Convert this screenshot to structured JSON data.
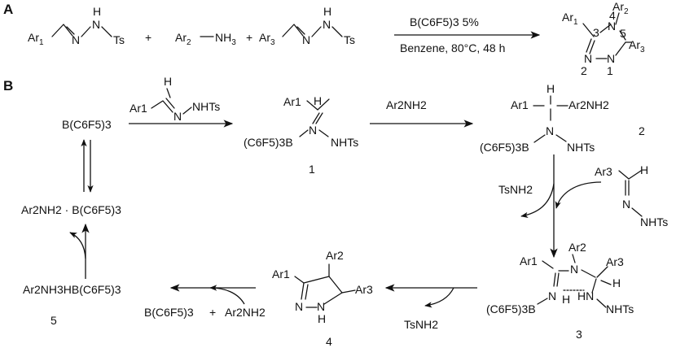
{
  "panels": {
    "a": "A",
    "b": "B"
  },
  "scheme_a": {
    "r1_ar": "Ar",
    "r1_sub": "1",
    "r1_nh": "N",
    "r1_h": "H",
    "r1_n": "N",
    "r1_ts": "Ts",
    "plus": "+",
    "r2_ar": "Ar",
    "r2_sub": "2",
    "r2_nh3": "NH",
    "r2_nh3_sub": "3",
    "r3_ar": "Ar",
    "r3_sub": "3",
    "condition_top": "B(C6F5)3 5%",
    "condition_bottom": "Benzene, 80°C, 48 h",
    "product": {
      "ar1": "Ar",
      "ar1_sub": "1",
      "ar2": "Ar",
      "ar2_sub": "2",
      "ar3": "Ar",
      "ar3_sub": "3",
      "n4": "N",
      "pos4": "4",
      "pos3": "3",
      "pos5": "5",
      "n2": "N",
      "n1": "N",
      "pos2": "2",
      "pos1": "1"
    }
  },
  "scheme_b": {
    "catalyst": "B(C6F5)3",
    "adduct": "Ar2NH2 · B(C6F5)3",
    "salt": "Ar2NH3HB(C6F5)3",
    "salt_num": "5",
    "hydrazone_top": {
      "h": "H",
      "ar": "Ar1",
      "n": "N",
      "nhts": "NHTs"
    },
    "int1": {
      "ar": "Ar1",
      "h": "H",
      "n": "N",
      "b": "(C6F5)3B",
      "nhts": "NHTs",
      "num": "1"
    },
    "amine_label": "Ar2NH2",
    "int2": {
      "h": "H",
      "ar1": "Ar1",
      "ar2nh2": "Ar2NH2",
      "n": "N",
      "b": "(C6F5)3B",
      "nhts": "NHTs",
      "num": "2"
    },
    "tsnh2_right": "TsNH2",
    "hydrazone_right": {
      "ar": "Ar3",
      "h": "H",
      "n": "N",
      "nhts": "NHTs"
    },
    "int3": {
      "ar1": "Ar1",
      "ar2": "Ar2",
      "ar3": "Ar3",
      "h1": "H",
      "n": "N",
      "h2": "H",
      "b": "(C6F5)3B",
      "hn": "HN",
      "nhts": "NHTs",
      "num": "3"
    },
    "tsnh2_bottom": "TsNH2",
    "int4": {
      "ar1": "Ar1",
      "ar2": "Ar2",
      "ar3": "Ar3",
      "n": "N",
      "n2": "N",
      "h": "H",
      "num": "4"
    },
    "release": "B(C6F5)3",
    "release_plus": "+",
    "release_amine": "Ar2NH2"
  }
}
